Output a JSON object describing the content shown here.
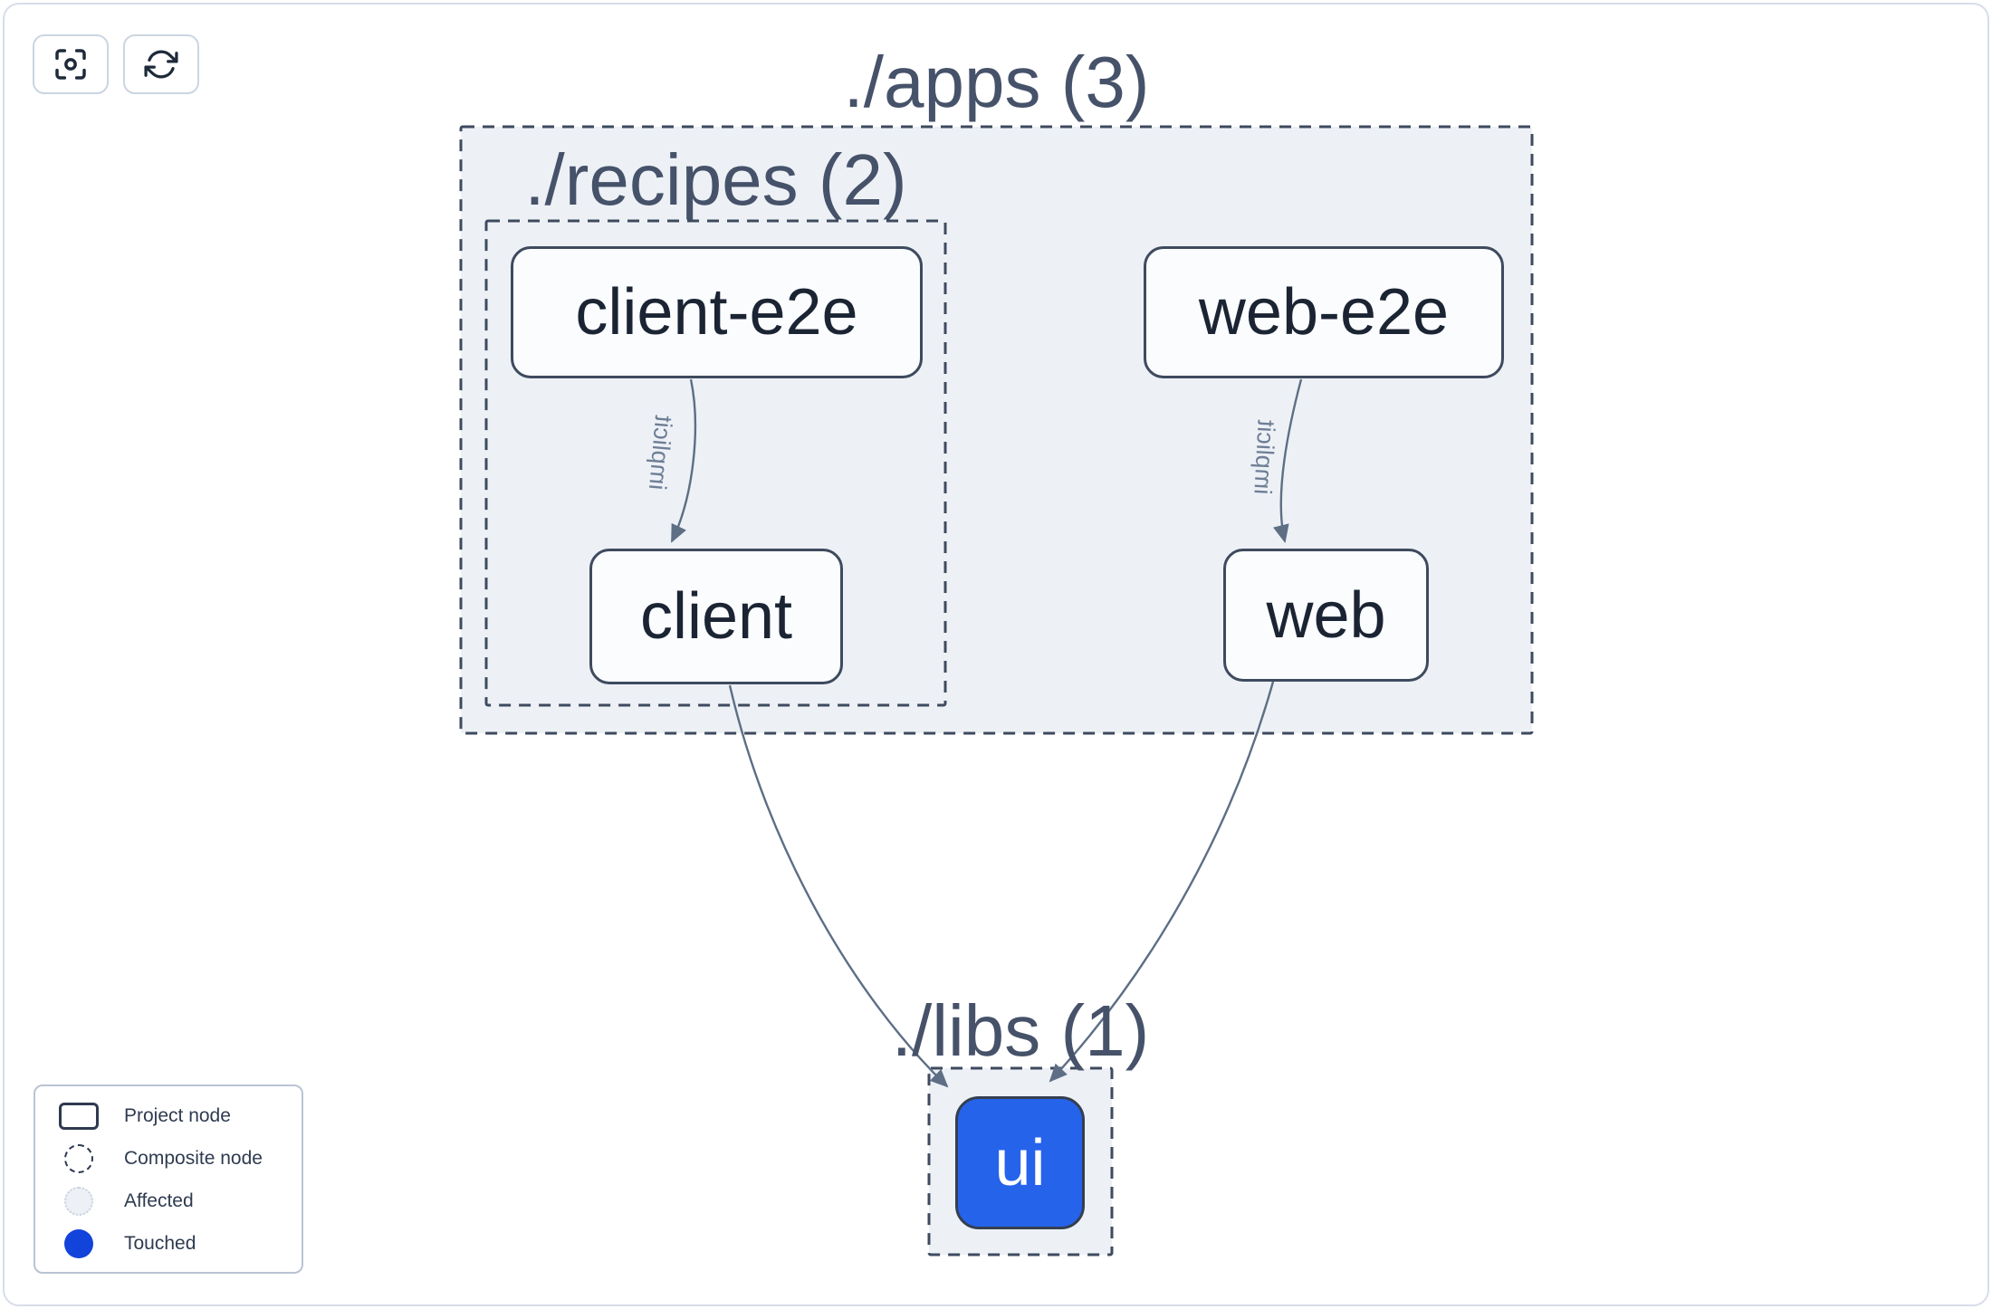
{
  "toolbar": {
    "buttons": [
      {
        "icon": "focus-icon"
      },
      {
        "icon": "refresh-icon"
      }
    ]
  },
  "graph": {
    "groups": [
      {
        "id": "apps",
        "label": "./apps (3)"
      },
      {
        "id": "recipes",
        "label": "./recipes (2)"
      },
      {
        "id": "libs",
        "label": "./libs (1)"
      }
    ],
    "nodes": [
      {
        "id": "client-e2e",
        "label": "client-e2e",
        "group": "recipes"
      },
      {
        "id": "client",
        "label": "client",
        "group": "recipes"
      },
      {
        "id": "web-e2e",
        "label": "web-e2e",
        "group": "apps"
      },
      {
        "id": "web",
        "label": "web",
        "group": "apps"
      },
      {
        "id": "ui",
        "label": "ui",
        "group": "libs",
        "state": "touched"
      }
    ],
    "edges": [
      {
        "from": "client-e2e",
        "to": "client",
        "label": "implicit"
      },
      {
        "from": "web-e2e",
        "to": "web",
        "label": "implicit"
      },
      {
        "from": "client",
        "to": "ui",
        "label": ""
      },
      {
        "from": "web",
        "to": "ui",
        "label": ""
      }
    ]
  },
  "legend": {
    "items": [
      {
        "swatch": "project-node",
        "label": "Project node"
      },
      {
        "swatch": "composite-node",
        "label": "Composite node"
      },
      {
        "swatch": "affected",
        "label": "Affected"
      },
      {
        "swatch": "touched",
        "label": "Touched"
      }
    ]
  },
  "colors": {
    "node_blue": "#2563eb",
    "touched_blue": "#1243da",
    "container_fill": "#edf1f6",
    "border_dark": "#3e4a5e",
    "edge": "#5d6e85",
    "title": "#465269"
  }
}
